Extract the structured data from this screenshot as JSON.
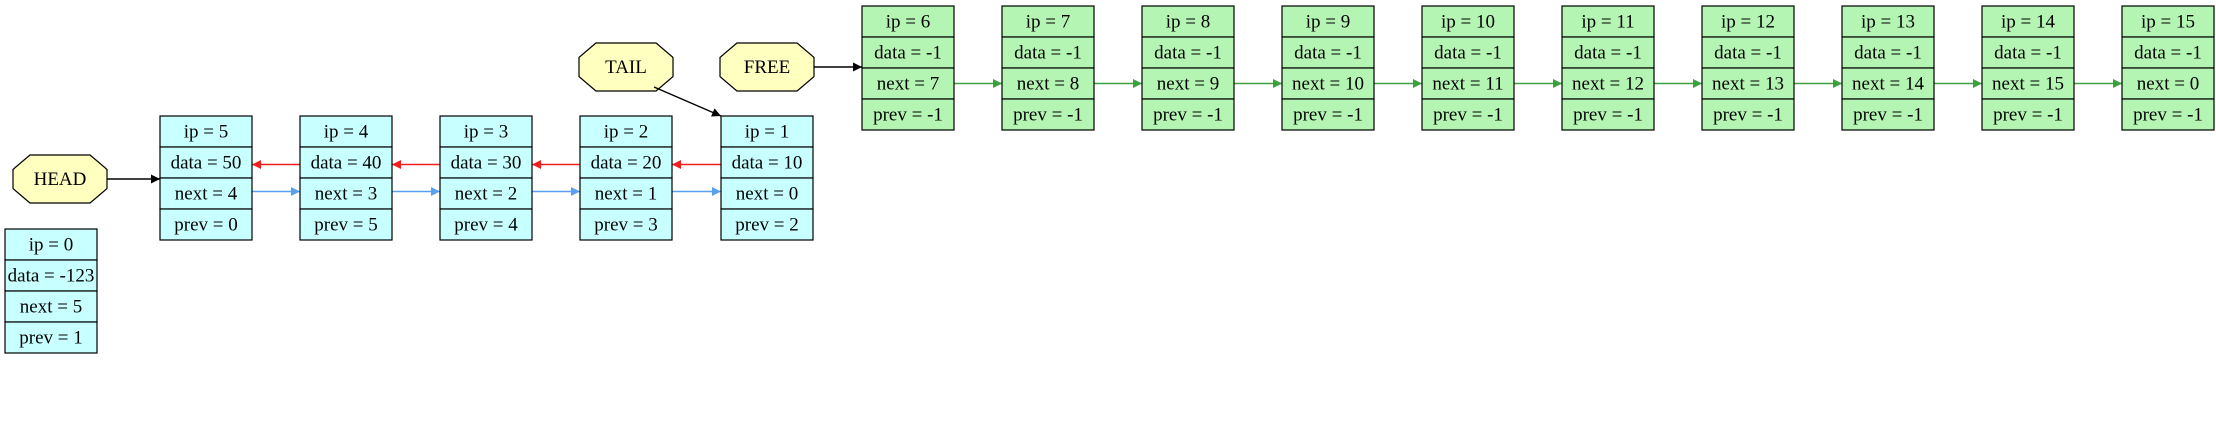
{
  "colors": {
    "used_node_fill": "#c8ffff",
    "free_node_fill": "#b4f5b4",
    "pointer_fill": "#ffffc0",
    "next_edge": "#5aa0f0",
    "prev_edge": "#f01e1e",
    "free_edge": "#3ca03c",
    "pointer_edge": "#000000"
  },
  "pointers": [
    {
      "label": "HEAD",
      "target": 5
    },
    {
      "label": "TAIL",
      "target": 1
    },
    {
      "label": "FREE",
      "target": 6
    }
  ],
  "nodes": [
    {
      "ip": "ip = 0",
      "data": "data = -123",
      "next": "next = 5",
      "prev": "prev = 1",
      "kind": "used"
    },
    {
      "ip": "ip = 1",
      "data": "data = 10",
      "next": "next = 0",
      "prev": "prev = 2",
      "kind": "used"
    },
    {
      "ip": "ip = 2",
      "data": "data = 20",
      "next": "next = 1",
      "prev": "prev = 3",
      "kind": "used"
    },
    {
      "ip": "ip = 3",
      "data": "data = 30",
      "next": "next = 2",
      "prev": "prev = 4",
      "kind": "used"
    },
    {
      "ip": "ip = 4",
      "data": "data = 40",
      "next": "next = 3",
      "prev": "prev = 5",
      "kind": "used"
    },
    {
      "ip": "ip = 5",
      "data": "data = 50",
      "next": "next = 4",
      "prev": "prev = 0",
      "kind": "used"
    },
    {
      "ip": "ip = 6",
      "data": "data = -1",
      "next": "next = 7",
      "prev": "prev = -1",
      "kind": "free"
    },
    {
      "ip": "ip = 7",
      "data": "data = -1",
      "next": "next = 8",
      "prev": "prev = -1",
      "kind": "free"
    },
    {
      "ip": "ip = 8",
      "data": "data = -1",
      "next": "next = 9",
      "prev": "prev = -1",
      "kind": "free"
    },
    {
      "ip": "ip = 9",
      "data": "data = -1",
      "next": "next = 10",
      "prev": "prev = -1",
      "kind": "free"
    },
    {
      "ip": "ip = 10",
      "data": "data = -1",
      "next": "next = 11",
      "prev": "prev = -1",
      "kind": "free"
    },
    {
      "ip": "ip = 11",
      "data": "data = -1",
      "next": "next = 12",
      "prev": "prev = -1",
      "kind": "free"
    },
    {
      "ip": "ip = 12",
      "data": "data = -1",
      "next": "next = 13",
      "prev": "prev = -1",
      "kind": "free"
    },
    {
      "ip": "ip = 13",
      "data": "data = -1",
      "next": "next = 14",
      "prev": "prev = -1",
      "kind": "free"
    },
    {
      "ip": "ip = 14",
      "data": "data = -1",
      "next": "next = 15",
      "prev": "prev = -1",
      "kind": "free"
    },
    {
      "ip": "ip = 15",
      "data": "data = -1",
      "next": "next = 0",
      "prev": "prev = -1",
      "kind": "free"
    }
  ],
  "edges": [
    {
      "from": 5,
      "to": 4,
      "kind": "next"
    },
    {
      "from": 4,
      "to": 3,
      "kind": "next"
    },
    {
      "from": 3,
      "to": 2,
      "kind": "next"
    },
    {
      "from": 2,
      "to": 1,
      "kind": "next"
    },
    {
      "from": 4,
      "to": 5,
      "kind": "prev"
    },
    {
      "from": 3,
      "to": 4,
      "kind": "prev"
    },
    {
      "from": 2,
      "to": 3,
      "kind": "prev"
    },
    {
      "from": 1,
      "to": 2,
      "kind": "prev"
    },
    {
      "from": 6,
      "to": 7,
      "kind": "free"
    },
    {
      "from": 7,
      "to": 8,
      "kind": "free"
    },
    {
      "from": 8,
      "to": 9,
      "kind": "free"
    },
    {
      "from": 9,
      "to": 10,
      "kind": "free"
    },
    {
      "from": 10,
      "to": 11,
      "kind": "free"
    },
    {
      "from": 11,
      "to": 12,
      "kind": "free"
    },
    {
      "from": 12,
      "to": 13,
      "kind": "free"
    },
    {
      "from": 13,
      "to": 14,
      "kind": "free"
    },
    {
      "from": 14,
      "to": 15,
      "kind": "free"
    }
  ]
}
